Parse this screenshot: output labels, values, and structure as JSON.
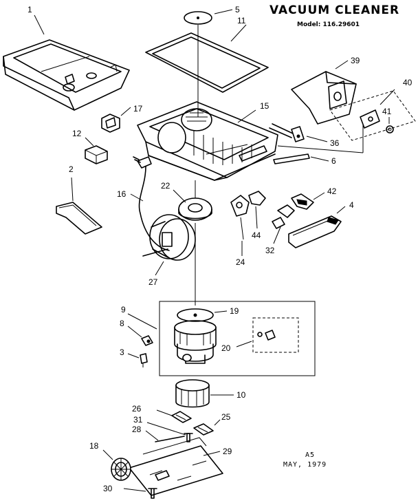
{
  "header": {
    "title": "VACUUM CLEANER",
    "model": "Model: 116.29601"
  },
  "stamp": {
    "code": "A5",
    "date": "MAY, 1979"
  },
  "callouts": {
    "p1": "1",
    "p2": "2",
    "p3": "3",
    "p4": "4",
    "p5": "5",
    "p6": "6",
    "p8": "8",
    "p9": "9",
    "p10": "10",
    "p11": "11",
    "p12": "12",
    "p15": "15",
    "p16": "16",
    "p17": "17",
    "p18": "18",
    "p19": "19",
    "p20": "20",
    "p22": "22",
    "p24": "24",
    "p25": "25",
    "p26": "26",
    "p27": "27",
    "p28": "28",
    "p29": "29",
    "p30": "30",
    "p31": "31",
    "p32": "32",
    "p36": "36",
    "p39": "39",
    "p40": "40",
    "p41": "41",
    "p42": "42",
    "p44": "44"
  }
}
